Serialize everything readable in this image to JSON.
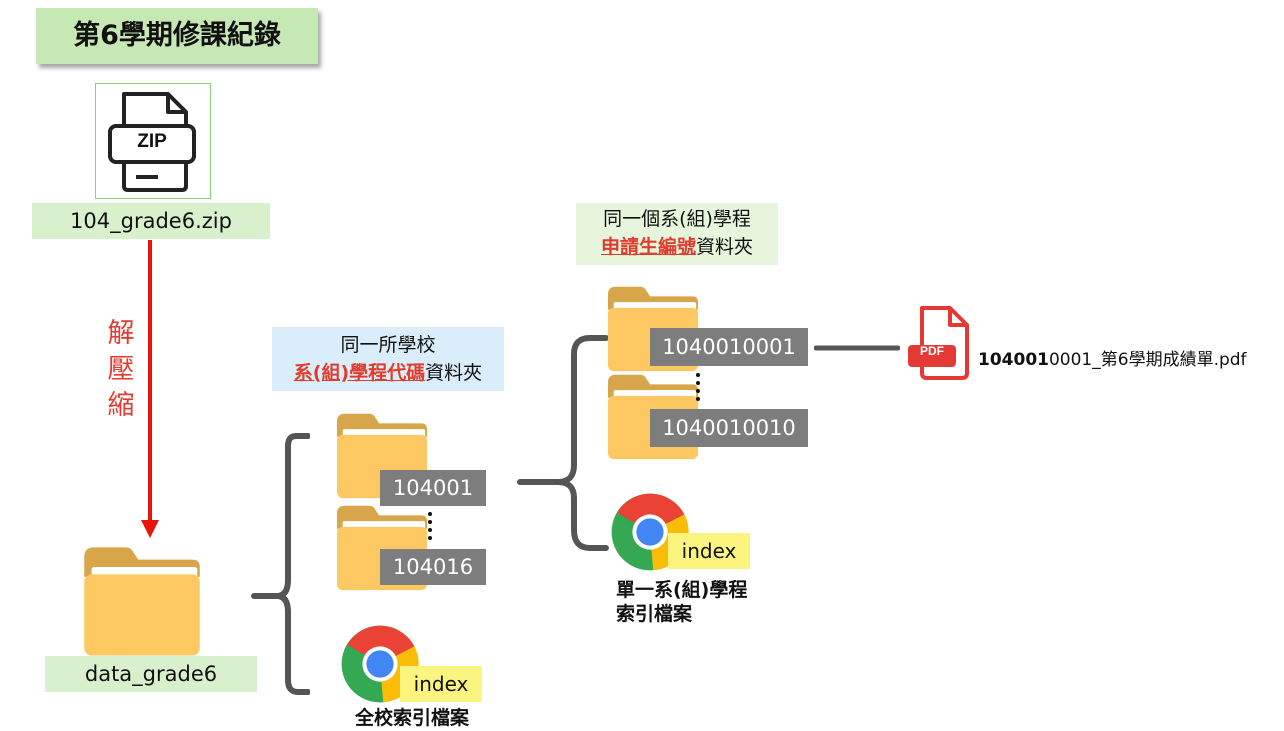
{
  "title": "第6學期修課紀錄",
  "zip": {
    "icon_text": "ZIP",
    "filename": "104_grade6.zip"
  },
  "action_chars": [
    "解",
    "壓",
    "縮"
  ],
  "root_folder": {
    "label": "data_grade6"
  },
  "school_level": {
    "heading_line1": "同一所學校",
    "heading_red": "系(組)學程代碼",
    "heading_suffix": "資料夾",
    "folders": [
      "104001",
      "104016"
    ],
    "index_label": "index",
    "index_caption": "全校索引檔案"
  },
  "dept_level": {
    "heading_line1": "同一個系(組)學程",
    "heading_red": "申請生編號",
    "heading_suffix": "資料夾",
    "folders": [
      "1040010001",
      "1040010010"
    ],
    "index_label": "index",
    "index_caption_line1": "單一系(組)學程",
    "index_caption_line2": "索引檔案"
  },
  "pdf": {
    "icon_text": "PDF",
    "filename_bold": "104001",
    "filename_rest": "0001_第6學期成績單.pdf"
  },
  "colors": {
    "title_bg": "#c6e8b4",
    "label_green": "#d8f0cc",
    "arrow_red": "#e8140c",
    "folder_body": "#fdc862",
    "folder_tab": "#d8a64a",
    "tag_gray": "#7d7d7d",
    "tag_yellow": "#fbf580",
    "pdf_red": "#e53935"
  }
}
